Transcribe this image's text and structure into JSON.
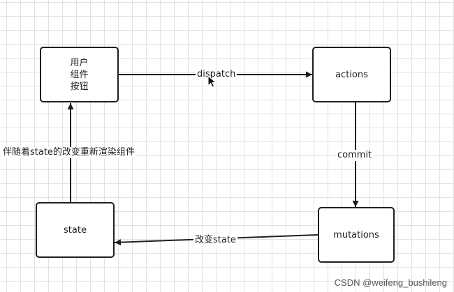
{
  "nodes": {
    "user": "用户\n组件\n按钮",
    "actions": "actions",
    "mutations": "mutations",
    "state": "state"
  },
  "edges": {
    "dispatch": "dispatch",
    "commit": "commit",
    "change_state": "改变state",
    "rerender": "伴随着state的改变重新渲染组件"
  },
  "watermark": "CSDN @weifeng_bushileng",
  "colors": {
    "stroke": "#1f1f1f",
    "grid": "#e2e2e2",
    "background": "#ffffff"
  },
  "icons": {
    "cursor": "mouse-pointer-icon"
  }
}
